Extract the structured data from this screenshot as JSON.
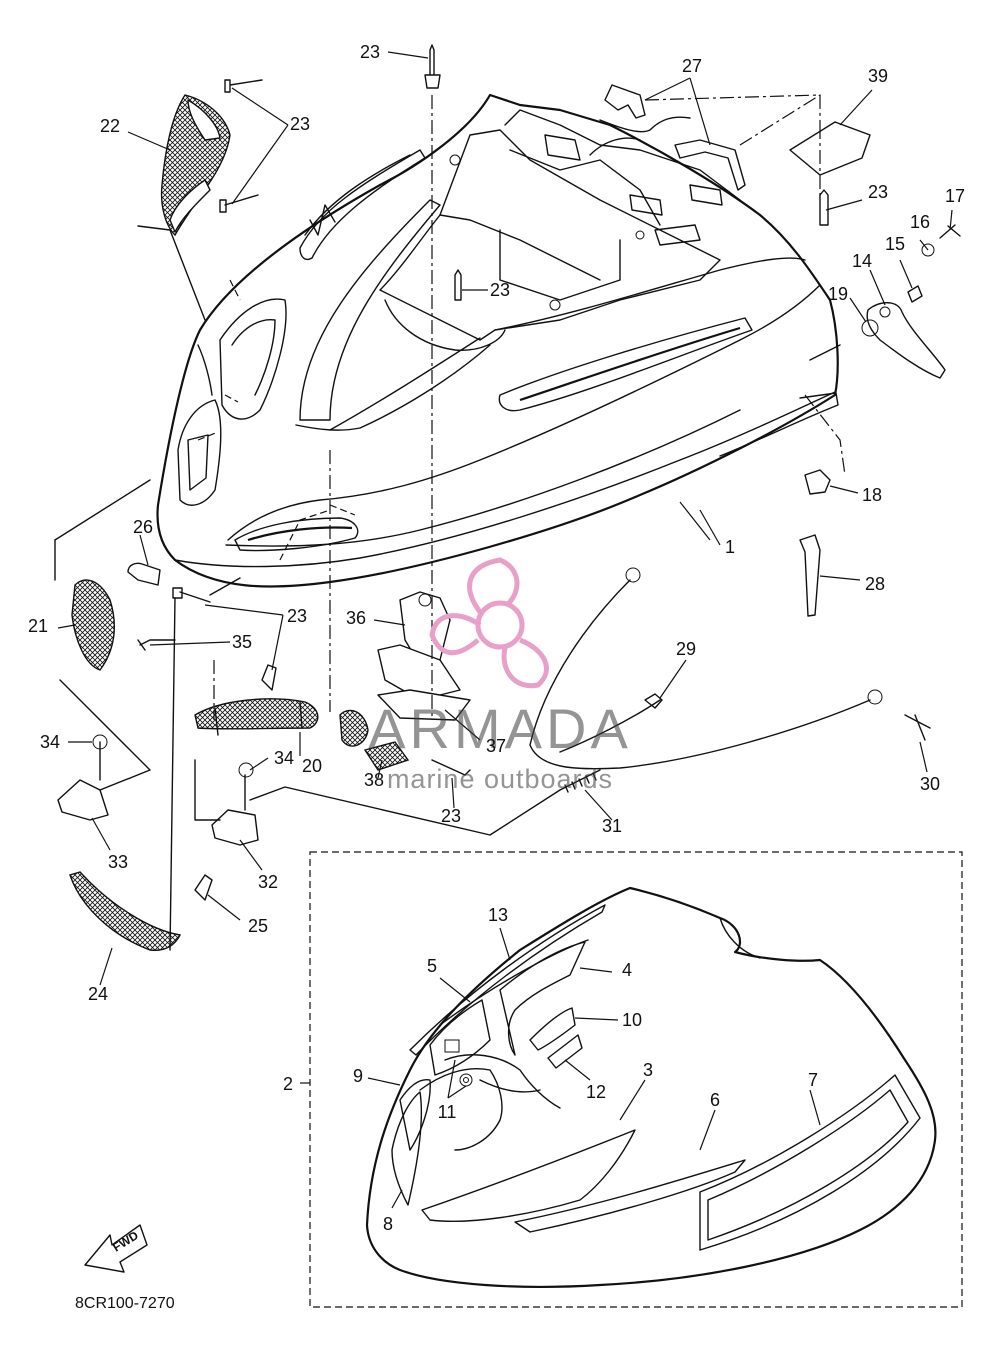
{
  "diagram_code": "8CR100-7270",
  "direction_badge": "FWD",
  "watermark": {
    "brand": "ARMADA",
    "tagline": "marine outboards",
    "logo_color": "#e8a0c8"
  },
  "part_labels": [
    "1",
    "2",
    "3",
    "4",
    "5",
    "6",
    "7",
    "8",
    "9",
    "10",
    "11",
    "12",
    "13",
    "14",
    "15",
    "16",
    "17",
    "18",
    "19",
    "20",
    "21",
    "22",
    "23",
    "24",
    "25",
    "26",
    "27",
    "28",
    "29",
    "30",
    "31",
    "32",
    "33",
    "34",
    "35",
    "36",
    "37",
    "38",
    "39"
  ]
}
